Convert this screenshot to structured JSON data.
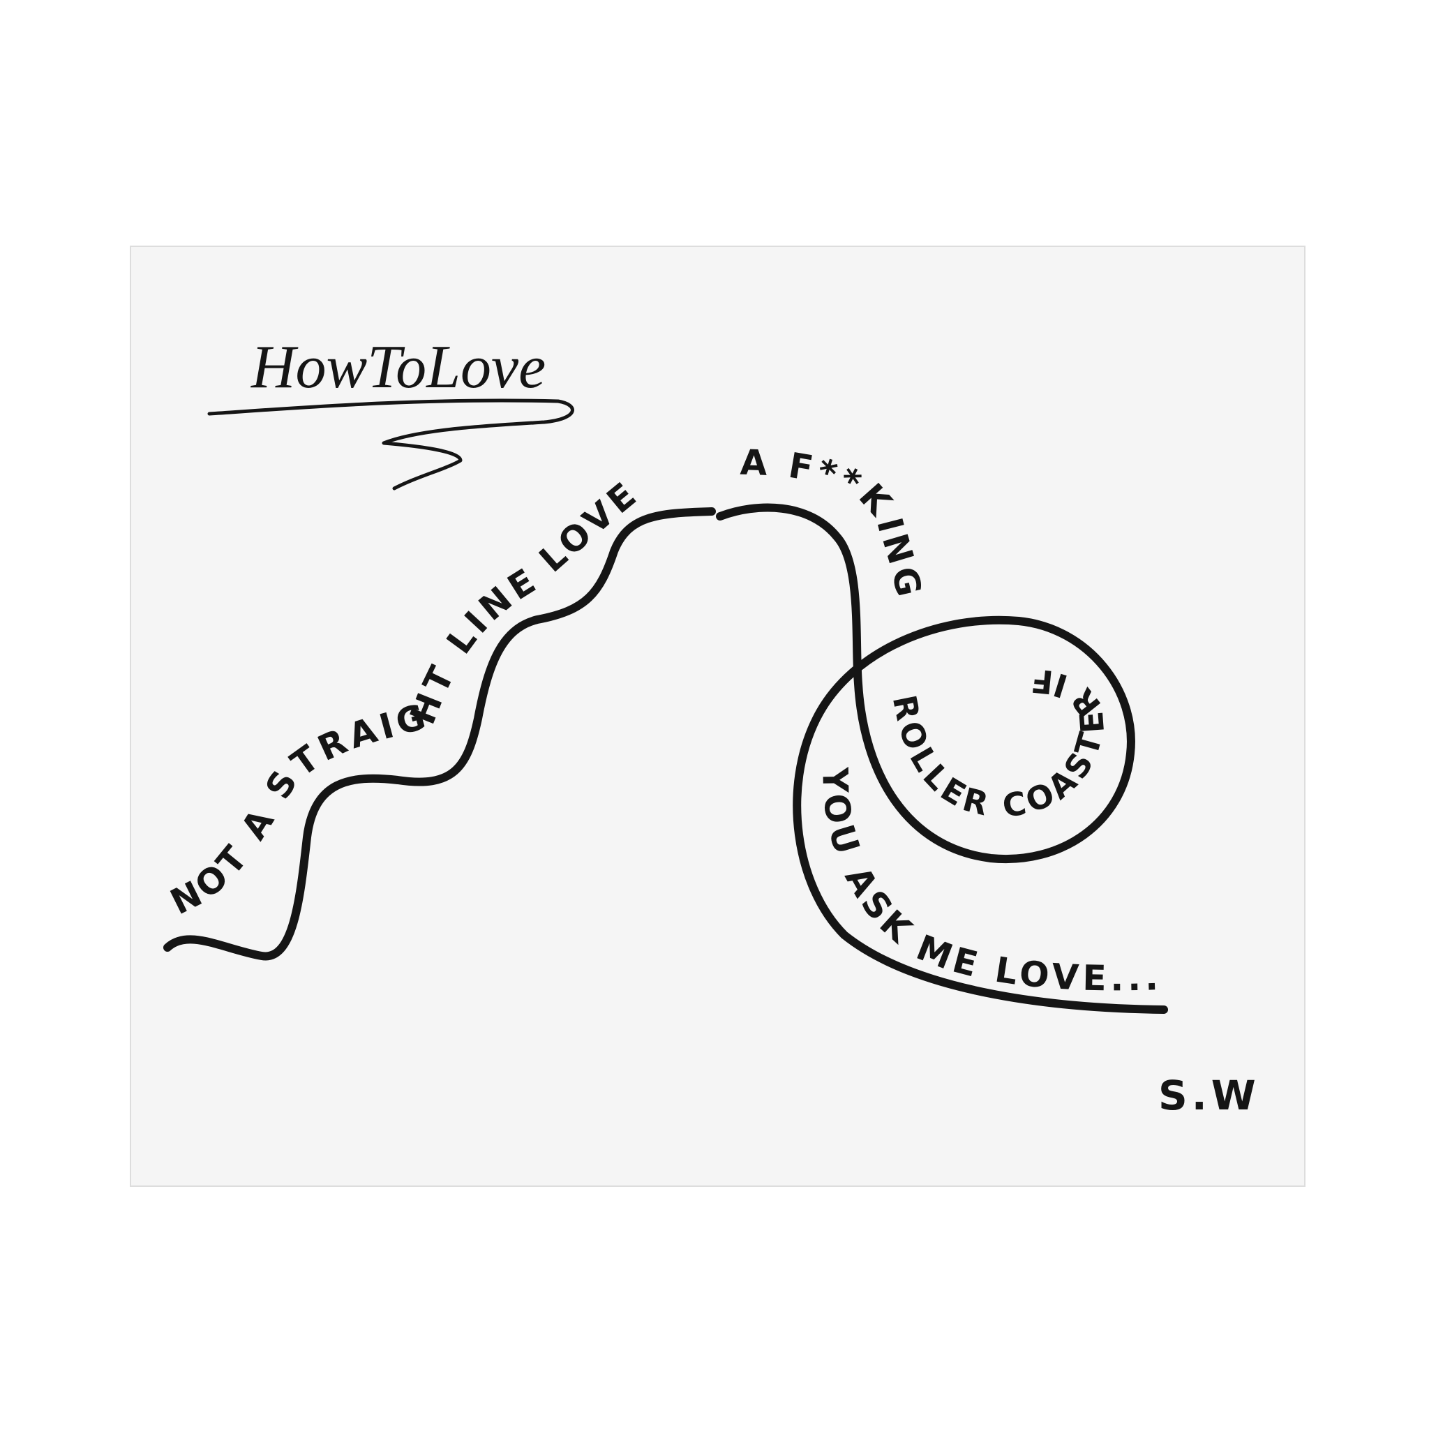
{
  "artwork": {
    "title": "HowToLove",
    "phrase_line_1": "NOT A STRAIGHT LINE LOVE",
    "phrase_line_2": "A F**KING",
    "phrase_loop": "ROLLER COASTER IF",
    "phrase_line_3": "YOU ASK ME LOVE...",
    "signature": "S.W"
  },
  "colors": {
    "paper": "#f5f5f5",
    "ink": "#151515",
    "background": "#ffffff"
  }
}
